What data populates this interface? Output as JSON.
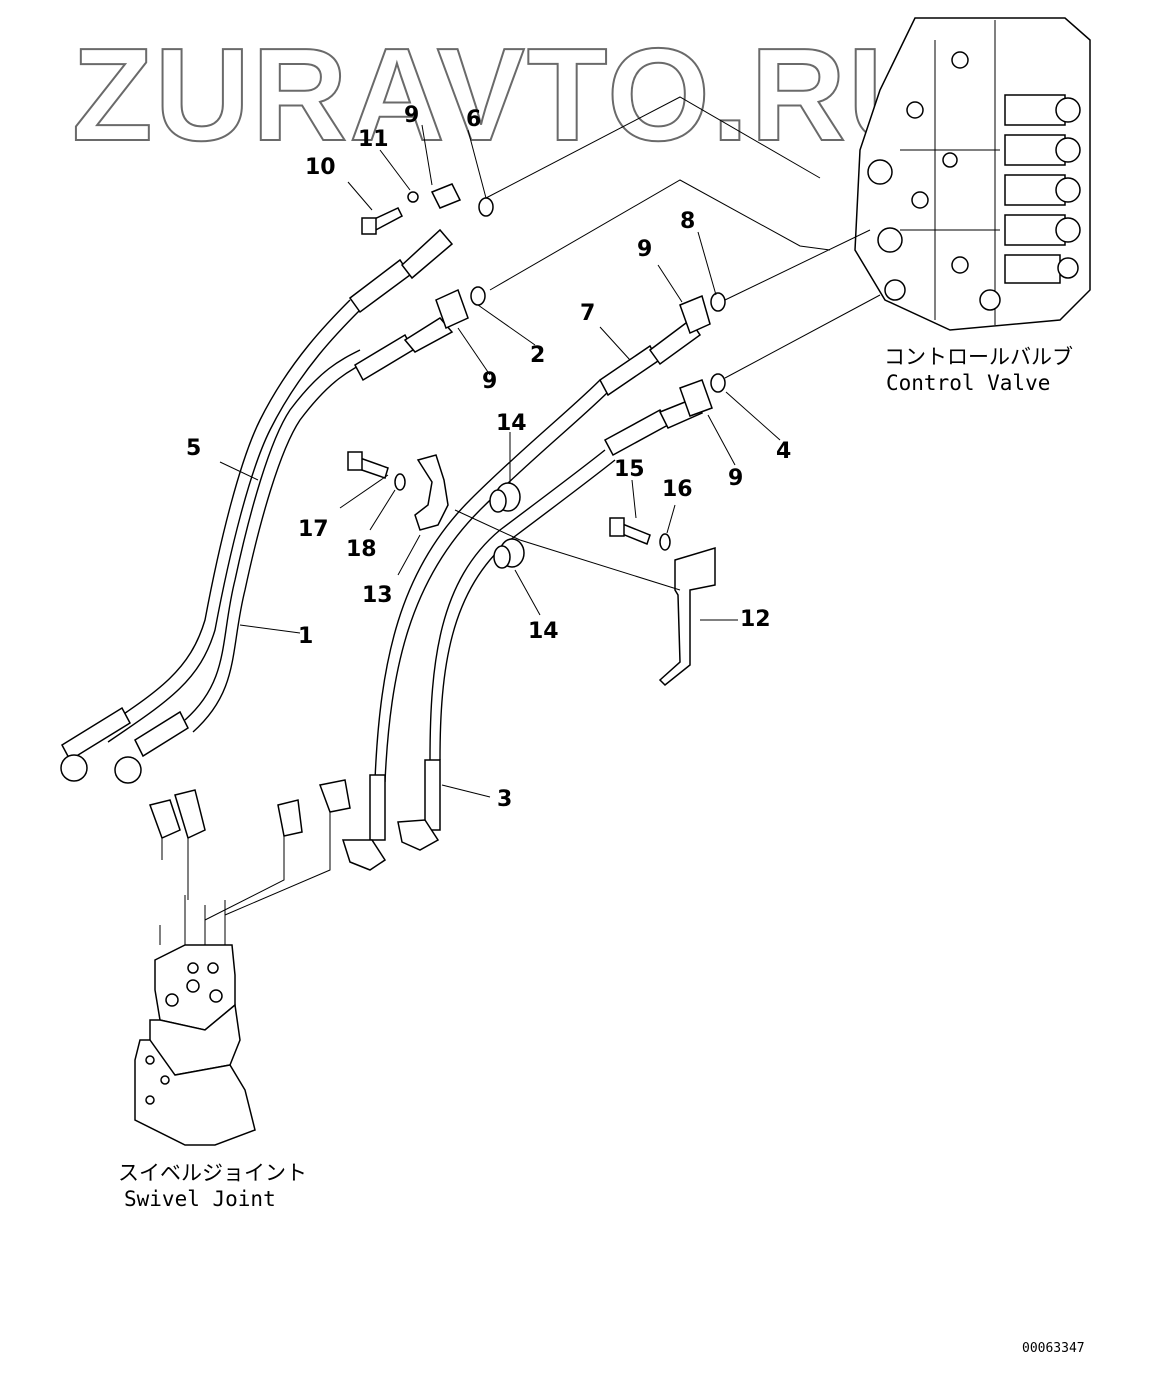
{
  "watermark": "ZURAVTO.RU",
  "labels": {
    "control_valve_jp": "コントロールバルブ",
    "control_valve_en": "Control Valve",
    "swivel_joint_jp": "スイベルジョイント",
    "swivel_joint_en": "Swivel Joint"
  },
  "drawing_number": "00063347",
  "callouts": {
    "c1": "1",
    "c2": "2",
    "c3": "3",
    "c4": "4",
    "c5": "5",
    "c6": "6",
    "c7": "7",
    "c8": "8",
    "c9a": "9",
    "c9b": "9",
    "c9c": "9",
    "c9d": "9",
    "c10": "10",
    "c11": "11",
    "c12": "12",
    "c13": "13",
    "c14a": "14",
    "c14b": "14",
    "c15": "15",
    "c16": "16",
    "c17": "17",
    "c18": "18"
  }
}
